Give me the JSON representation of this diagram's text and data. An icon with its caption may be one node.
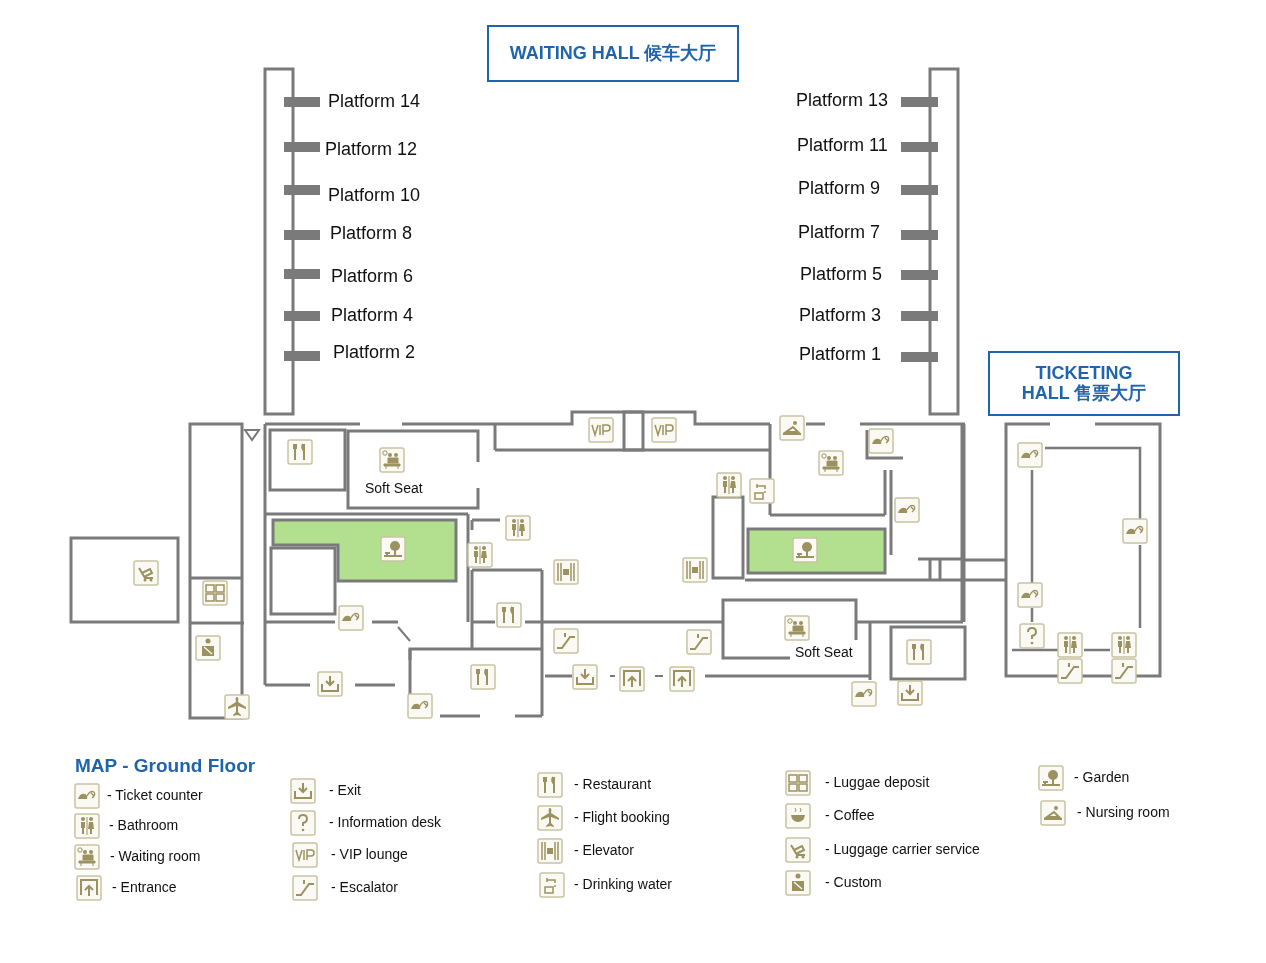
{
  "diagram": {
    "title": "MAP - Ground Floor",
    "nodes": [
      {
        "text": [
          "WAITING HALL 候车大厅"
        ]
      },
      {
        "text": [
          "TICKETING HALL 售票大厅"
        ]
      }
    ],
    "labels": [
      "Platform 14",
      "Platform 13",
      "Platform 12",
      "Platform 11",
      "Platform 10",
      "Platform 9",
      "Platform 8",
      "Platform 7",
      "Platform 6",
      "Platform 5",
      "Platform 4",
      "Platform 3",
      "Platform 2",
      "Platform 1",
      "Soft Seat",
      "Soft Seat"
    ],
    "legend": [
      {
        "text": "- Ticket counter"
      },
      {
        "text": "- Bathroom"
      },
      {
        "text": "- Waiting room"
      },
      {
        "text": "- Entrance"
      },
      {
        "text": "- Exit"
      },
      {
        "text": "- Information desk"
      },
      {
        "text": "- VIP lounge"
      },
      {
        "text": "- Escalator"
      },
      {
        "text": "- Restaurant"
      },
      {
        "text": "- Flight booking"
      },
      {
        "text": "- Elevator"
      },
      {
        "text": "- Drinking water"
      },
      {
        "text": "- Luggae deposit"
      },
      {
        "text": "- Coffee"
      },
      {
        "text": "- Luggage carrier service"
      },
      {
        "text": "- Custom"
      },
      {
        "text": "- Garden"
      },
      {
        "text": "- Nursing room"
      }
    ]
  }
}
